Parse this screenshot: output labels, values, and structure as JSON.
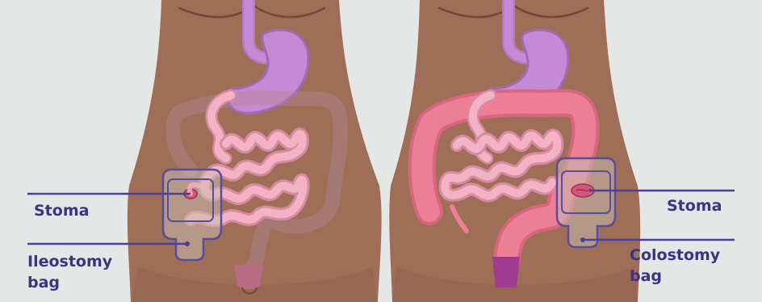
{
  "labels": {
    "left_stoma": "Stoma",
    "left_bag_line1": "Ileostomy",
    "left_bag_line2": "bag",
    "right_stoma": "Stoma",
    "right_bag_line1": "Colostomy",
    "right_bag_line2": "bag"
  },
  "colors": {
    "background": "#e5e7e7",
    "skin": "#9e6e56",
    "stomach": "#c58ad6",
    "small_intestine": "#f3b3c4",
    "large_intestine": "#ec7f95",
    "rectum": "#a13a92",
    "label_text": "#3d3384",
    "pointer_line": "#4a3f99"
  }
}
